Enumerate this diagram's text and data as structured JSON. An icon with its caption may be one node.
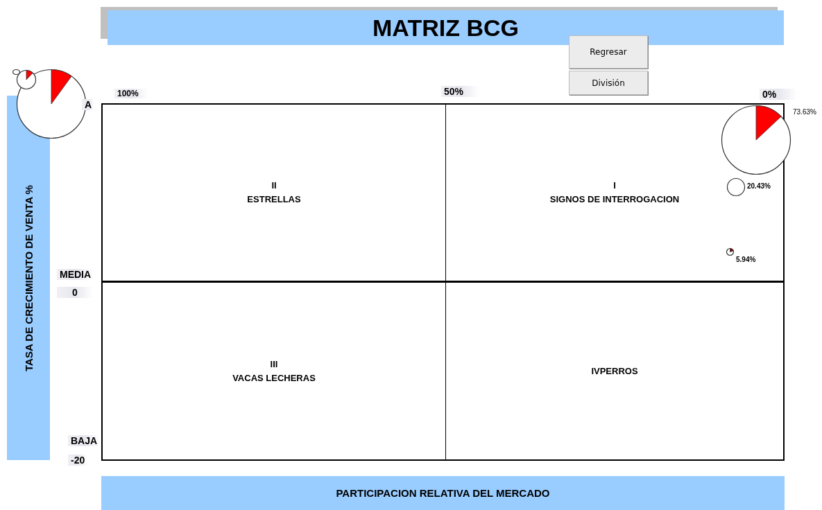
{
  "diagram": {
    "nodes": [
      {
        "text": [
          "MATRIZ BCG"
        ]
      },
      {
        "text": [
          "Regresar"
        ]
      },
      {
        "text": [
          "División"
        ]
      },
      {
        "text": [
          "TASA DE CRECIMIENTO DE VENTA %"
        ]
      },
      {
        "text": [
          "II",
          "ESTRELLAS"
        ]
      },
      {
        "text": [
          "I",
          "SIGNOS DE INTERROGACION"
        ]
      },
      {
        "text": [
          "III",
          "VACAS LECHERAS"
        ]
      },
      {
        "text": [
          "IVPERROS"
        ]
      },
      {
        "text": [],
        "shape": "circle",
        "beside": [
          "73.63%"
        ]
      },
      {
        "text": [],
        "shape": "circle",
        "in": 5,
        "beside": [
          "20.43%"
        ]
      },
      {
        "text": [],
        "shape": "circle",
        "in": 5,
        "beside": [
          "5.94%"
        ]
      },
      {
        "text": [],
        "shape": "circle"
      },
      {
        "text": [],
        "shape": "circle"
      },
      {
        "text": [],
        "shape": "circle"
      },
      {
        "text": [
          "PARTICIPACION RELATIVA DEL MERCADO"
        ]
      }
    ],
    "labels": [
      "100%",
      "50%",
      "0%",
      "A",
      "MEDIA",
      "0",
      "BAJA",
      "-20"
    ]
  }
}
